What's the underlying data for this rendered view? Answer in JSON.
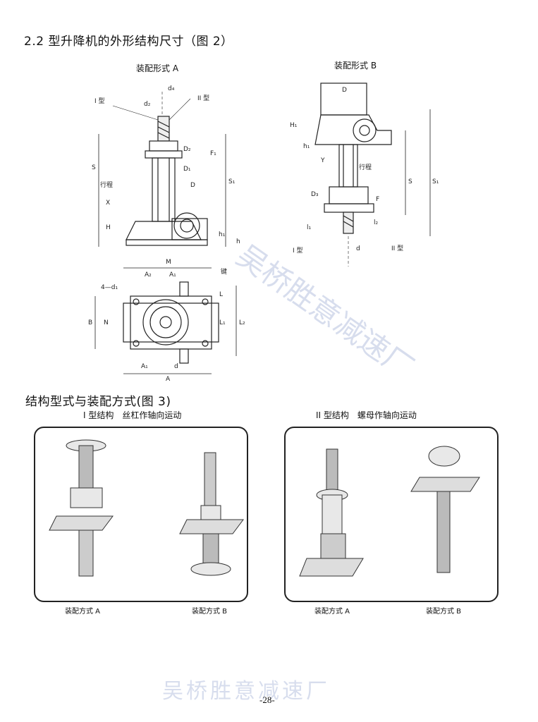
{
  "section_title": "2.2 型升降机的外形结构尺寸（图 2）",
  "fig2": {
    "label_a": "装配形式 A",
    "label_b": "装配形式 B"
  },
  "section2_title": "结构型式与装配方式(图 3)",
  "type1_caption": "I 型结构　丝杠作轴向运动",
  "type2_caption": "II 型结构　螺母作轴向运动",
  "fig3": {
    "box1_label_a": "装配方式 A",
    "box1_label_b": "装配方式 B",
    "box2_label_a": "装配方式 A",
    "box2_label_b": "装配方式 B"
  },
  "watermark": {
    "bottom": "吴桥胜意减速厂",
    "diag": "吴桥胜意减速厂"
  },
  "page_number": "-28-",
  "dims": {
    "d4": "d₄",
    "d2": "d₂",
    "type1": "I 型",
    "type2": "II 型",
    "S": "S",
    "S1": "S₁",
    "H": "H",
    "X": "X",
    "travel": "行程",
    "D": "D",
    "D1": "D₁",
    "D2": "D₂",
    "D3": "D₃",
    "h": "h",
    "h1": "h₁",
    "H1": "H₁",
    "F": "F",
    "F1": "F₁",
    "l1": "l₁",
    "l2": "l₂",
    "Y": "Y",
    "M": "M",
    "A": "A",
    "A1": "A₁",
    "A2": "A₂",
    "B": "B",
    "N": "N",
    "L": "L",
    "L1": "L₁",
    "L2": "L₂",
    "d": "d",
    "d1": "4—d₁",
    "key": "键"
  }
}
